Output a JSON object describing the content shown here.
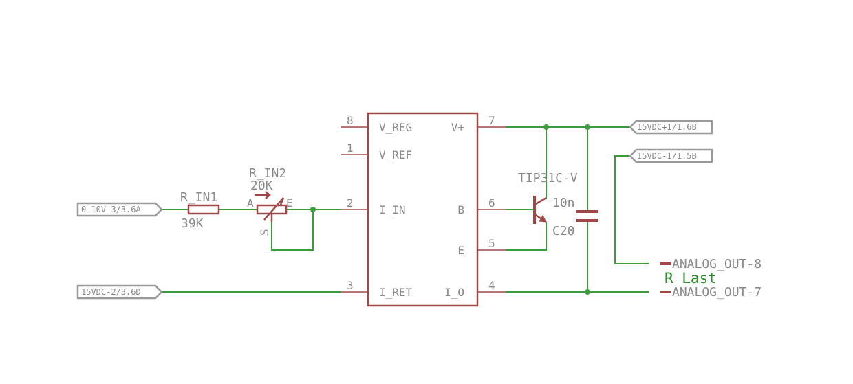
{
  "ic": {
    "pins_left": [
      {
        "num": "8",
        "name": "V_REG"
      },
      {
        "num": "1",
        "name": "V_REF"
      },
      {
        "num": "2",
        "name": "I_IN"
      },
      {
        "num": "3",
        "name": "I_RET"
      }
    ],
    "pins_right": [
      {
        "num": "7",
        "name": "V+"
      },
      {
        "num": "6",
        "name": "B"
      },
      {
        "num": "5",
        "name": "E"
      },
      {
        "num": "4",
        "name": "I_O"
      }
    ]
  },
  "r_in1": {
    "name": "R_IN1",
    "value": "39K"
  },
  "r_in2": {
    "name": "R_IN2",
    "value": "20K",
    "pin_a": "A",
    "pin_e": "E",
    "pin_s": "S"
  },
  "transistor": {
    "name": "TIP31C-V"
  },
  "capacitor": {
    "value": "10n",
    "name": "C20"
  },
  "flags": {
    "in_signal": "0-10V_3/3.6A",
    "ret": "15VDC-2/3.6D",
    "vplus": "15VDC+1/1.6B",
    "vminus": "15VDC-1/1.5B"
  },
  "outputs": {
    "out8": "ANALOG_OUT-8",
    "out7": "ANALOG_OUT-7",
    "load_label": "R Last"
  }
}
